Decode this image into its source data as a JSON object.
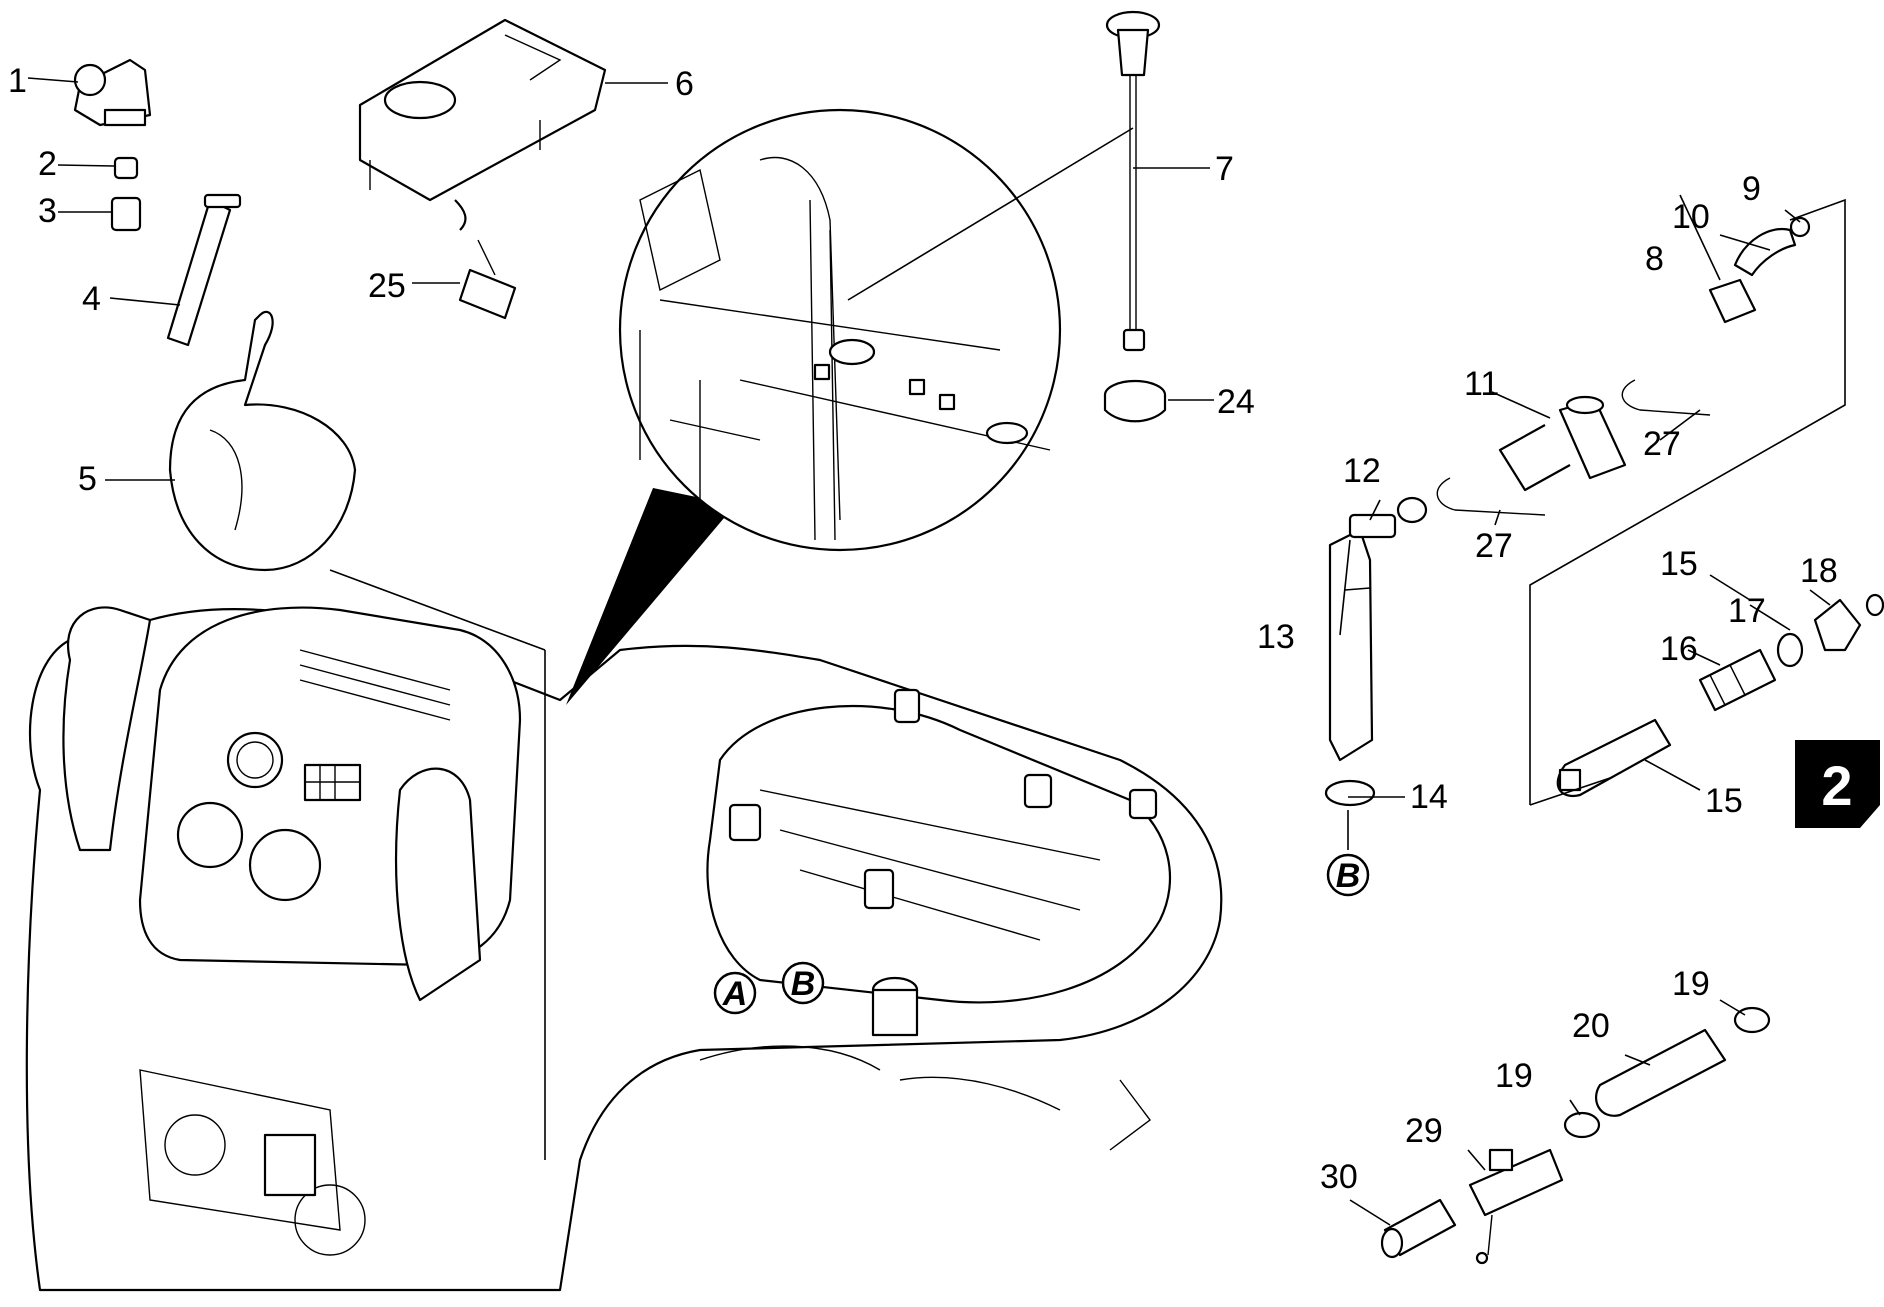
{
  "callouts": [
    "1",
    "2",
    "3",
    "4",
    "5",
    "6",
    "7",
    "9",
    "10",
    "8",
    "25",
    "24",
    "11",
    "27",
    "12",
    "27",
    "13",
    "14",
    "15",
    "18",
    "17",
    "16",
    "15",
    "19",
    "20",
    "19",
    "29",
    "30"
  ],
  "markers": {
    "a": "A",
    "b": "B",
    "b_lower": "B"
  },
  "badge": "2"
}
